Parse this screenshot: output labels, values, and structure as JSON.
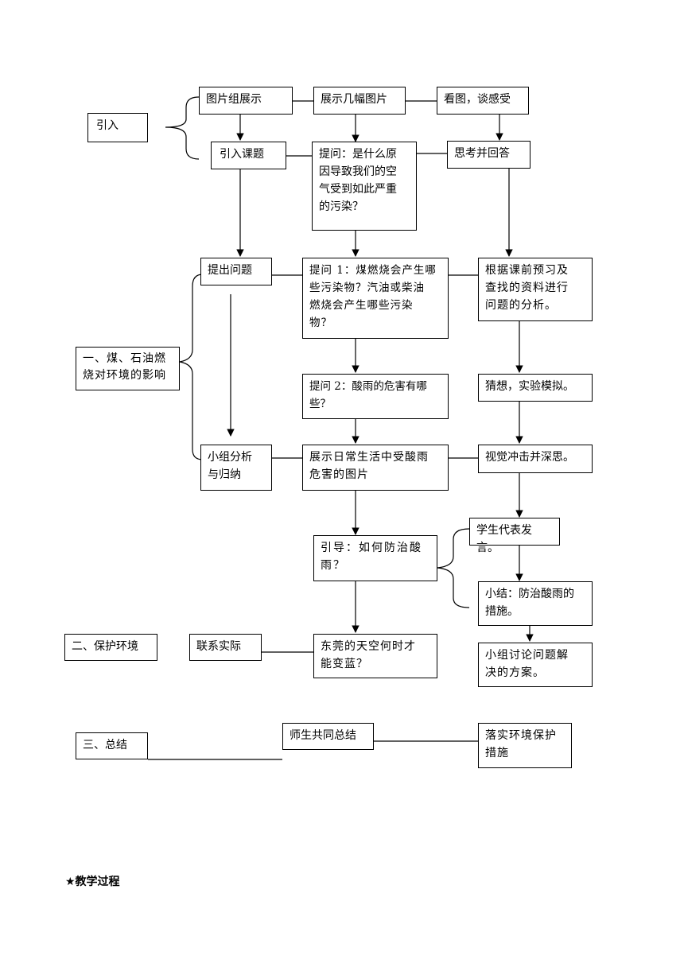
{
  "nodes": {
    "intro": "引入",
    "pic_group": "图片组展示",
    "show_pics": "展示几幅图片",
    "look_feel": "看图，谈感受",
    "intro_topic": "引入课题",
    "question_cause": "提问：是什么原\n因导致我们的空\n气受到如此严重\n的污染？",
    "think_answer": "思考并回答",
    "section1": "一、煤、石油燃\n烧对环境的影响",
    "raise_question": "提出问题",
    "question1": "提问 1：煤燃烧会产生哪\n些污染物？汽油或柴油\n燃烧会产生哪些污染\n物？",
    "preview_analysis": "根据课前预习及\n查找的资料进行\n问题的分析。",
    "question2": "提问 2：酸雨的危害有哪\n些？",
    "guess_experiment": "猜想，实验模拟。",
    "group_analysis": "小组分析\n与归纳",
    "show_damage": "展示日常生活中受酸雨\n危害的图片",
    "visual_impact": "视觉冲击并深思。",
    "student_speech": "学生代表发言。",
    "guide_prevent": "引导：如何防治酸\n雨？",
    "summary_measures": "小结：防治酸雨的\n措施。",
    "section2": "二、保护环境",
    "connect_reality": "联系实际",
    "dongguan_sky": "东莞的天空何时才\n能变蓝？",
    "group_discussion": "小组讨论问题解\n决的方案。",
    "section3": "三、总结",
    "joint_summary": "师生共同总结",
    "implement_measures": "落实环境保护\n措施"
  },
  "footer": {
    "title": "★教学过程"
  }
}
